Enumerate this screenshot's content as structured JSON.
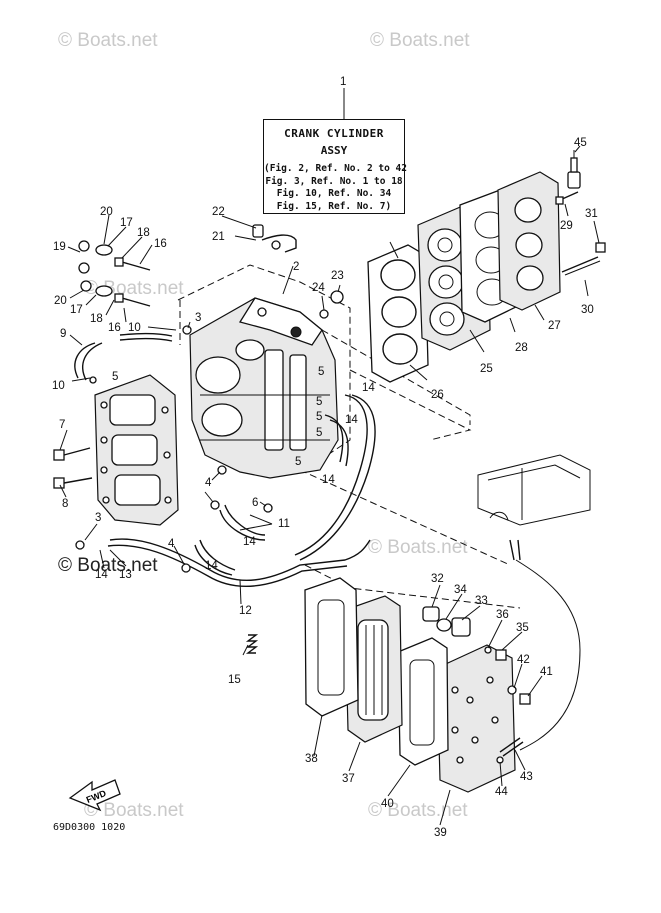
{
  "watermark": {
    "text": "© Boats.net"
  },
  "callout": {
    "title_line1": "CRANK CYLINDER",
    "title_line2": "ASSY",
    "refs": [
      "(Fig. 2, Ref. No. 2 to 42",
      "Fig. 3, Ref. No. 1 to 18",
      "Fig. 10, Ref. No. 34",
      "Fig. 15, Ref. No. 7)"
    ]
  },
  "diagram_code": "69D0300 1020",
  "fwd_label": "FWD",
  "part_numbers": {
    "p1": "1",
    "p2": "2",
    "p3a": "3",
    "p3b": "3",
    "p4a": "4",
    "p4b": "4",
    "p5a": "5",
    "p5b": "5",
    "p5c": "5",
    "p5d": "5",
    "p5e": "5",
    "p5f": "5",
    "p6": "6",
    "p7": "7",
    "p8": "8",
    "p9": "9",
    "p10a": "10",
    "p10b": "10",
    "p11": "11",
    "p12": "12",
    "p13": "13",
    "p14a": "14",
    "p14b": "14",
    "p14c": "14",
    "p14d": "14",
    "p14e": "14",
    "p14f": "14",
    "p15": "15",
    "p16a": "16",
    "p16b": "16",
    "p17a": "17",
    "p17b": "17",
    "p18a": "18",
    "p18b": "18",
    "p19": "19",
    "p20a": "20",
    "p20b": "20",
    "p21": "21",
    "p22": "22",
    "p23": "23",
    "p24": "24",
    "p25": "25",
    "p26": "26",
    "p27": "27",
    "p28": "28",
    "p29": "29",
    "p30": "30",
    "p31": "31",
    "p32": "32",
    "p33": "33",
    "p34": "34",
    "p35": "35",
    "p36": "36",
    "p37": "37",
    "p38": "38",
    "p39": "39",
    "p40": "40",
    "p41": "41",
    "p42": "42",
    "p43": "43",
    "p44": "44",
    "p45": "45"
  }
}
